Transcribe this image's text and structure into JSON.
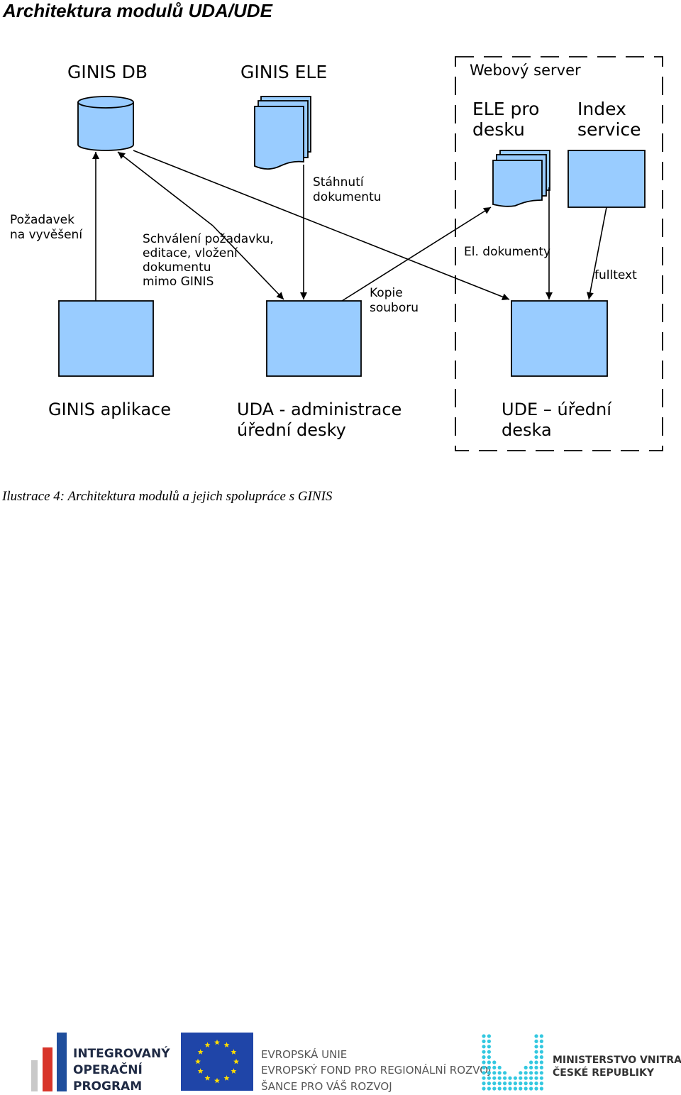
{
  "heading": "Architektura modulů UDA/UDE",
  "diagram": {
    "group_label": "Webový server",
    "nodes": {
      "ginis_db": "GINIS DB",
      "ginis_ele": "GINIS ELE",
      "ele_pro_desku": [
        "ELE pro",
        "desku"
      ],
      "index_service": [
        "Index",
        "service"
      ],
      "ginis_aplikace": "GINIS aplikace",
      "uda": [
        "UDA - administrace",
        "úřední desky"
      ],
      "ude": [
        "UDE – úřední",
        "deska"
      ]
    },
    "edges": {
      "pozadavek": [
        "Požadavek",
        "na vyvěšení"
      ],
      "schvaleni": [
        "Schválení požadavku,",
        "editace, vložení",
        "dokumentu",
        "mimo GINIS"
      ],
      "stahnuti": [
        "Stáhnutí",
        "dokumentu"
      ],
      "kopie": [
        "Kopie",
        "souboru"
      ],
      "el_dokumenty": "El. dokumenty",
      "fulltext": "fulltext"
    },
    "colors": {
      "box_fill": "#99ccff",
      "stroke": "#000000"
    }
  },
  "caption": "Ilustrace 4: Architektura modulů a jejich spolupráce s GINIS",
  "footer": {
    "iop": [
      "INTEGROVANÝ",
      "OPERAČNÍ",
      "PROGRAM"
    ],
    "eu": [
      "EVROPSKÁ UNIE",
      "EVROPSKÝ FOND PRO REGIONÁLNÍ ROZVOJ",
      "ŠANCE PRO VÁŠ ROZVOJ"
    ],
    "mv": [
      "MINISTERSTVO VNITRA",
      "ČESKÉ REPUBLIKY"
    ]
  }
}
